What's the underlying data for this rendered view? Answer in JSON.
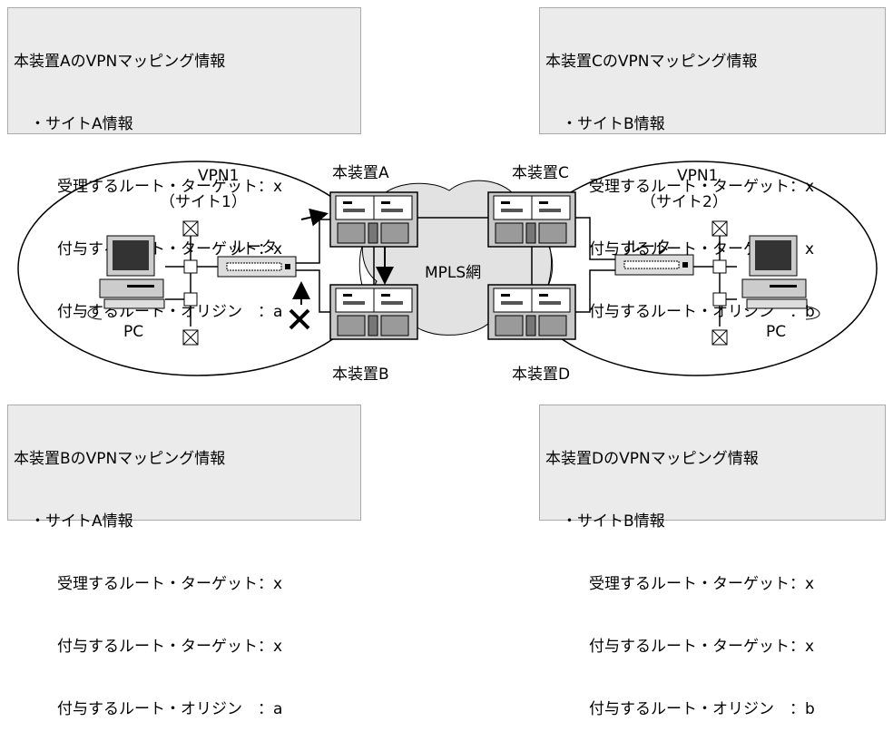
{
  "boxes": {
    "a": {
      "title": "本装置AのVPNマッピング情報",
      "site": "・サイトA情報",
      "l1": "受理するルート・ターゲット：x",
      "l2": "付与するルート・ターゲット：x",
      "l3": "付与するルート・オリジン　：a"
    },
    "c": {
      "title": "本装置CのVPNマッピング情報",
      "site": "・サイトB情報",
      "l1": "受理するルート・ターゲット：x",
      "l2": "付与するルート・ターゲット：x",
      "l3": "付与するルート・オリジン　：b"
    },
    "b": {
      "title": "本装置BのVPNマッピング情報",
      "site": "・サイトA情報",
      "l1": "受理するルート・ターゲット：x",
      "l2": "付与するルート・ターゲット：x",
      "l3": "付与するルート・オリジン　：a"
    },
    "d": {
      "title": "本装置DのVPNマッピング情報",
      "site": "・サイトB情報",
      "l1": "受理するルート・ターゲット：x",
      "l2": "付与するルート・ターゲット：x",
      "l3": "付与するルート・オリジン　：b"
    }
  },
  "devices": {
    "a": "本装置A",
    "b": "本装置B",
    "c": "本装置C",
    "d": "本装置D"
  },
  "network": {
    "mpls": "MPLS網"
  },
  "sites": {
    "left": {
      "vpn": "VPN1",
      "site": "（サイト1）",
      "router": "ルータ",
      "pc": "PC"
    },
    "right": {
      "vpn": "VPN1",
      "site": "（サイト2）",
      "router": "ルータ",
      "pc": "PC"
    }
  }
}
